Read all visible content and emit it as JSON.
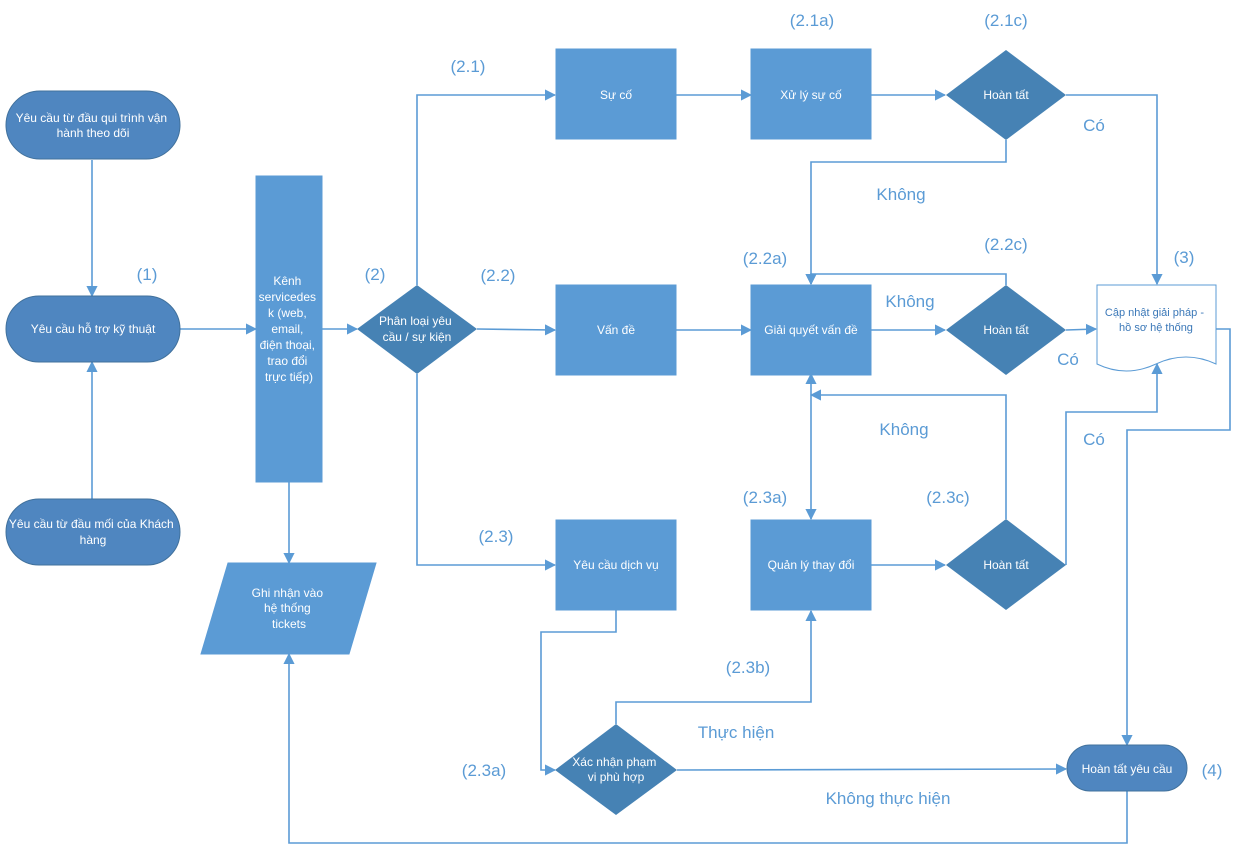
{
  "diagram": {
    "nodes": {
      "req_follow": "Yêu cầu từ đầu qui trình vận hành theo dõi",
      "req_support": "Yêu cầu hỗ trợ kỹ thuật",
      "req_customer": "Yêu cầu từ đầu mối của Khách hàng",
      "channel": "Kênh servicedesk (web, email, điện thoại, trao đổi trực tiếp)",
      "record": "Ghi nhận vào hệ thống tickets",
      "classify": "Phân loại yêu cầu / sự kiện",
      "incident": "Sự cố",
      "handle_incident": "Xử lý sự cố",
      "done_1": "Hoàn tất",
      "problem": "Vấn đề",
      "resolve_problem": "Giải quyết vấn đề",
      "done_2": "Hoàn tất",
      "service_req": "Yêu cầu dịch vụ",
      "change_mgmt": "Quản lý thay đổi",
      "done_3": "Hoàn tất",
      "confirm_scope": "Xác nhận phạm vi phù hợp",
      "update_solution": "Cập nhật giải pháp - hồ sơ hệ thống",
      "complete_req": "Hoàn tất yêu cầu"
    },
    "labels": {
      "step_1": "(1)",
      "step_2": "(2)",
      "step_2_1": "(2.1)",
      "step_2_1a": "(2.1a)",
      "step_2_1c": "(2.1c)",
      "step_2_2": "(2.2)",
      "step_2_2a": "(2.2a)",
      "step_2_2c": "(2.2c)",
      "step_2_3": "(2.3)",
      "step_2_3a_top": "(2.3a)",
      "step_2_3c": "(2.3c)",
      "step_2_3b": "(2.3b)",
      "step_2_3a_bottom": "(2.3a)",
      "step_3": "(3)",
      "step_4": "(4)",
      "yes_1": "Có",
      "no_1": "Không",
      "no_2": "Không",
      "yes_2": "Có",
      "no_3": "Không",
      "yes_3": "Có",
      "do_it": "Thực hiện",
      "dont_do": "Không thực hiện"
    },
    "colors": {
      "node_fill": "#5b9bd5",
      "pill_fill": "#4f86c0",
      "decision_fill": "#4682b4",
      "line": "#5b9bd5",
      "label_text": "#5b9bd5"
    }
  }
}
